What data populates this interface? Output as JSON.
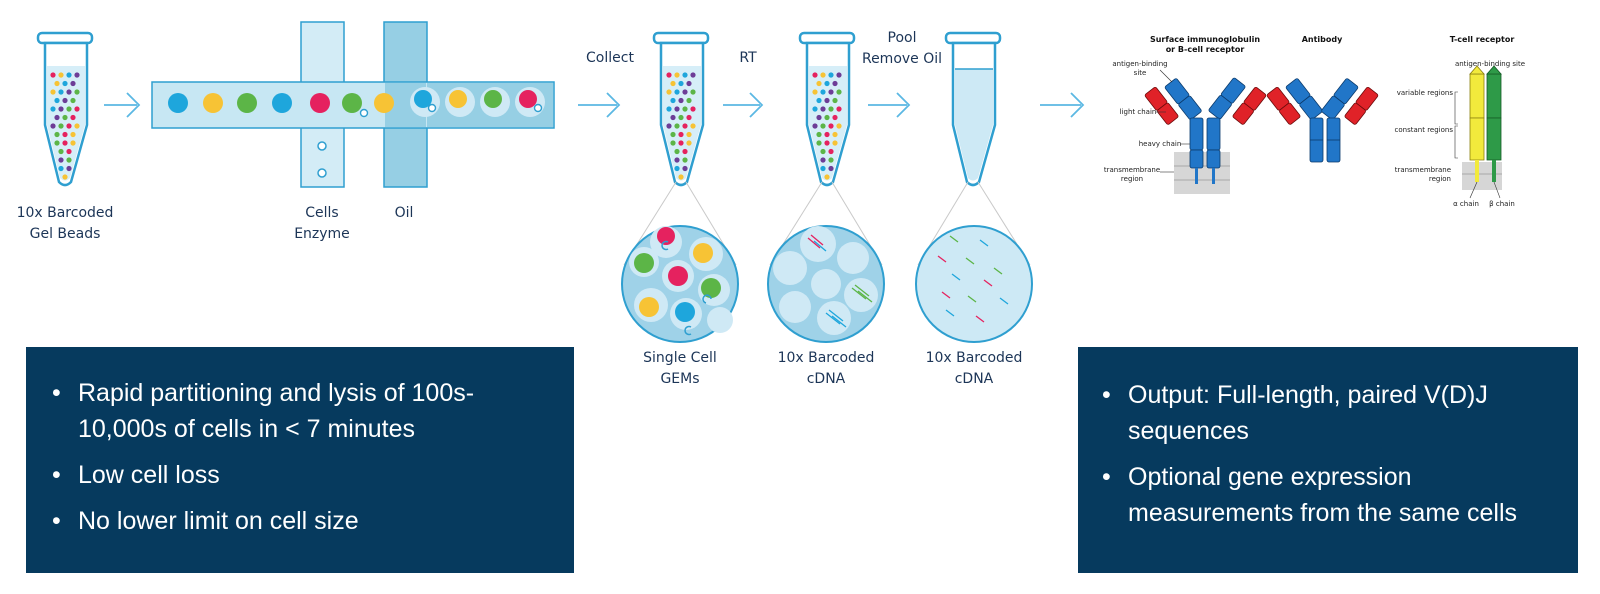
{
  "labels": {
    "gel_beads": [
      "10x Barcoded",
      "Gel Beads"
    ],
    "cells_enzyme": [
      "Cells",
      "Enzyme"
    ],
    "oil": "Oil",
    "collect": "Collect",
    "rt": "RT",
    "pool_remove_oil": [
      "Pool",
      "Remove Oil"
    ],
    "single_cell_gems": [
      "Single Cell",
      "GEMs"
    ],
    "barcoded_cdna_1": [
      "10x Barcoded",
      "cDNA"
    ],
    "barcoded_cdna_2": [
      "10x Barcoded",
      "cDNA"
    ]
  },
  "receptors": {
    "bcr_title": [
      "Surface immunoglobulin",
      "or B-cell receptor"
    ],
    "antibody_title": "Antibody",
    "tcr_title": "T-cell receptor",
    "antigen_binding_site": [
      "antigen-binding",
      "site"
    ],
    "antigen_binding_site_tcr": "antigen-binding site",
    "light_chain": "light chain",
    "heavy_chain": "heavy chain",
    "transmembrane_left": [
      "transmembrane",
      "region"
    ],
    "variable_regions": "variable regions",
    "constant_regions": "constant regions",
    "transmembrane_right": [
      "transmembrane",
      "region"
    ],
    "alpha_chain": "α chain",
    "beta_chain": "β chain"
  },
  "left_box": {
    "bullets": [
      "Rapid partitioning and lysis of 100s-10,000s of cells in < 7 minutes",
      "Low cell loss",
      "No lower limit on cell size"
    ]
  },
  "right_box": {
    "bullets": [
      "Output: Full-length, paired V(D)J sequences",
      "Optional gene expression measurements from the same cells"
    ]
  },
  "colors": {
    "navy_box": "#063a5e",
    "outline_blue": "#2f9fd0",
    "channel_fill": "#c7e7f3",
    "channel_dark": "#96cfe4",
    "bead_blue": "#1ea6dc",
    "bead_yellow": "#f7c335",
    "bead_green": "#5cb547",
    "bead_red": "#e5225f",
    "bead_purple": "#6d3d97",
    "receptor_red": "#e02228",
    "receptor_blue": "#2176c8",
    "tcr_yellow": "#f2ea3c",
    "tcr_green": "#2e9a48"
  }
}
